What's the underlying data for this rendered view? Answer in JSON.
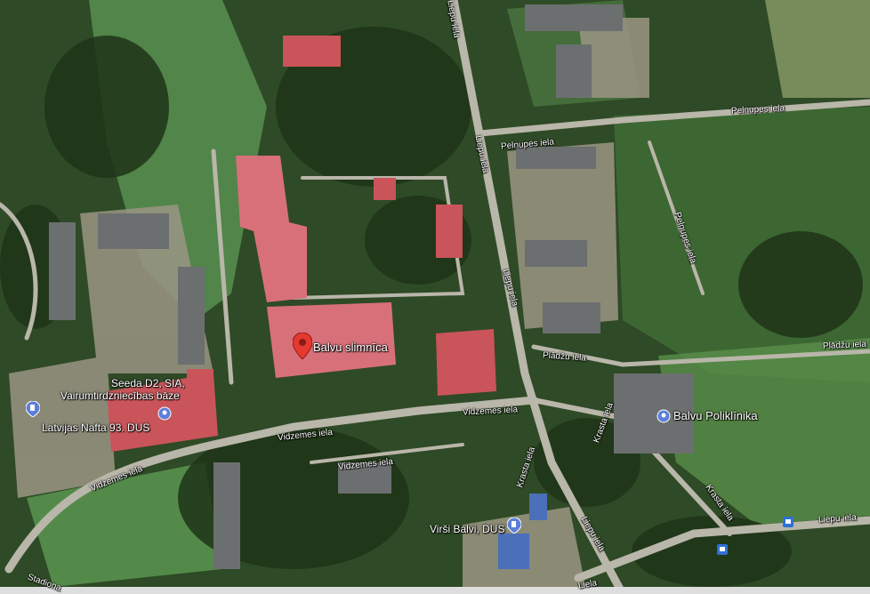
{
  "map": {
    "view": "satellite",
    "pois": {
      "hospital": "Balvu slimnīca",
      "clinic": "Balvu Poliklīnika",
      "seeda_line1": "Seeda D2, SIA,",
      "seeda_line2": "Vairumtirdzniecības bāze",
      "latvijas_nafta": "Latvijas Nafta 93. DUS",
      "virsi": "Virši Balvi, DUS"
    },
    "streets": {
      "pelnupes_1": "Pelnupes iela",
      "pelnupes_2": "Pelnupes iela",
      "liepu_1": "Liepu iela",
      "liepu_2": "Liepu iela",
      "liepu_3": "Liepu iela",
      "liepu_4": "Liepu iela",
      "vidzemes_1": "Vidzemes iela",
      "vidzemes_2": "Vidzemes iela",
      "vidzemes_3": "Vidzemes iela",
      "vidzemes_4": "Vidzemes iela",
      "pladzu_1": "Plādžu iela",
      "pladzu_2": "Plādžu iela",
      "krasta_1": "Krasta iela",
      "krasta_2": "Krasta iela",
      "krasta_3": "Krasta iela",
      "liepu_top": "Liepu iela",
      "stadiona": "Stadiona",
      "liela": "Liela"
    },
    "colors": {
      "hospital_pin": "#e5392f",
      "poi_pin": "#5e7fd8",
      "roof_red": "#c9545a",
      "roof_pink": "#d8707a"
    }
  }
}
